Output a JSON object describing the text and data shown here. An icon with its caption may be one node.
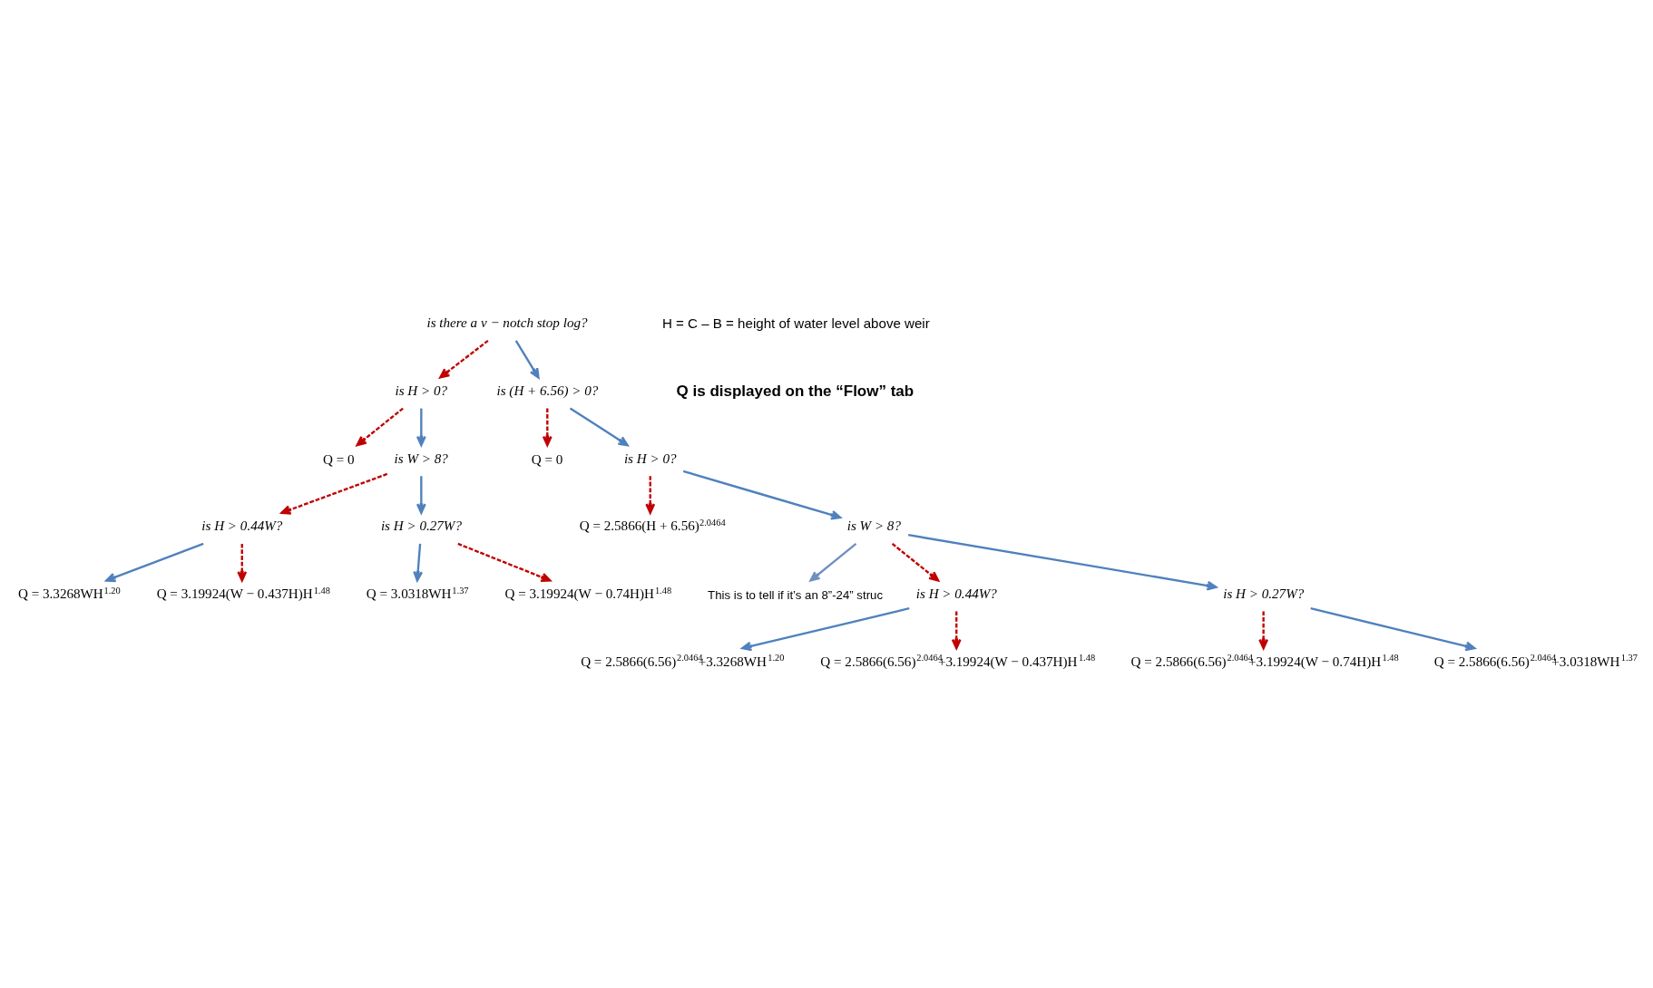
{
  "diagram": {
    "nodes": [
      {
        "text": [
          "is there a v − notch stop log?"
        ]
      },
      {
        "text": [
          "is H > 0?"
        ]
      },
      {
        "text": [
          "Q = 0"
        ]
      },
      {
        "text": [
          "is W > 8?"
        ]
      },
      {
        "text": [
          "is H > 0.44W?"
        ]
      },
      {
        "text": [
          "is H > 0.27W?"
        ]
      },
      {
        "text": [
          "Q = 3.3268WH$^{1.20}$"
        ]
      },
      {
        "text": [
          "Q = 3.19924(W − 0.437H)H$^{1.48}$"
        ]
      },
      {
        "text": [
          "Q = 3.0318WH$^{1.37}$"
        ]
      },
      {
        "text": [
          "Q = 3.19924(W − 0.74H)H$^{1.48}$"
        ]
      },
      {
        "text": [
          "is (H + 6.56) > 0?"
        ]
      },
      {
        "text": [
          "Q = 0"
        ]
      },
      {
        "text": [
          "is H > 0?"
        ]
      },
      {
        "text": [
          "Q = 2.5866(H + 6.56)$^{2.0464}$"
        ]
      },
      {
        "text": [
          "is W > 8?"
        ]
      },
      {
        "text": [
          "This is to tell if it’s an 8”-24” struc"
        ]
      },
      {
        "text": [
          "is H > 0.44W?"
        ]
      },
      {
        "text": [
          "is H > 0.27W?"
        ]
      },
      {
        "text": [
          "Q = 2.5866(6.56)$^{2.0464}$+3.3268WH$^{1.20}$"
        ]
      },
      {
        "text": [
          "Q = 2.5866(6.56)$^{2.0464}$+3.19924(W − 0.437H)H$^{1.48}$"
        ]
      },
      {
        "text": [
          "Q = 2.5866(6.56)$^{2.0464}$+3.19924(W − 0.74H)H$^{1.48}$"
        ]
      },
      {
        "text": [
          "Q = 2.5866(6.56)$^{2.0464}$+3.0318WH$^{1.37}$"
        ]
      }
    ],
    "edges": [
      {
        "from": 0,
        "to": 1,
        "arrow": "to",
        "style": "dashed",
        "color": "#c00000"
      },
      {
        "from": 0,
        "to": 10,
        "arrow": "to",
        "color": "#4f81bd"
      },
      {
        "from": 1,
        "to": 2,
        "arrow": "to",
        "style": "dashed",
        "color": "#c00000"
      },
      {
        "from": 1,
        "to": 3,
        "arrow": "to",
        "color": "#4f81bd"
      },
      {
        "from": 3,
        "to": 4,
        "arrow": "to",
        "style": "dashed",
        "color": "#c00000"
      },
      {
        "from": 3,
        "to": 5,
        "arrow": "to",
        "color": "#4f81bd"
      },
      {
        "from": 4,
        "to": 7,
        "arrow": "to",
        "style": "dashed",
        "color": "#c00000"
      },
      {
        "from": 4,
        "to": 6,
        "arrow": "to",
        "color": "#4f81bd"
      },
      {
        "from": 5,
        "to": 9,
        "arrow": "to",
        "style": "dashed",
        "color": "#c00000"
      },
      {
        "from": 5,
        "to": 8,
        "arrow": "to",
        "color": "#4f81bd"
      },
      {
        "from": 10,
        "to": 11,
        "arrow": "to",
        "style": "dashed",
        "color": "#c00000"
      },
      {
        "from": 10,
        "to": 12,
        "arrow": "to",
        "color": "#4f81bd"
      },
      {
        "from": 12,
        "to": 13,
        "arrow": "to",
        "style": "dashed",
        "color": "#c00000"
      },
      {
        "from": 12,
        "to": 14,
        "arrow": "to",
        "color": "#4f81bd"
      },
      {
        "from": 14,
        "to": 15,
        "arrow": "to",
        "color": "#6f8fbf"
      },
      {
        "from": 14,
        "to": 16,
        "arrow": "to",
        "style": "dashed",
        "color": "#c00000"
      },
      {
        "from": 14,
        "to": 17,
        "arrow": "to",
        "color": "#4f81bd"
      },
      {
        "from": 16,
        "to": 19,
        "arrow": "to",
        "style": "dashed",
        "color": "#c00000"
      },
      {
        "from": 16,
        "to": 18,
        "arrow": "to",
        "color": "#4f81bd"
      },
      {
        "from": 17,
        "to": 20,
        "arrow": "to",
        "style": "dashed",
        "color": "#c00000"
      },
      {
        "from": 17,
        "to": 21,
        "arrow": "to",
        "color": "#4f81bd"
      }
    ],
    "labels": [
      "H = C – B = height of water level above weir",
      "Q is displayed on the “Flow” tab"
    ]
  }
}
